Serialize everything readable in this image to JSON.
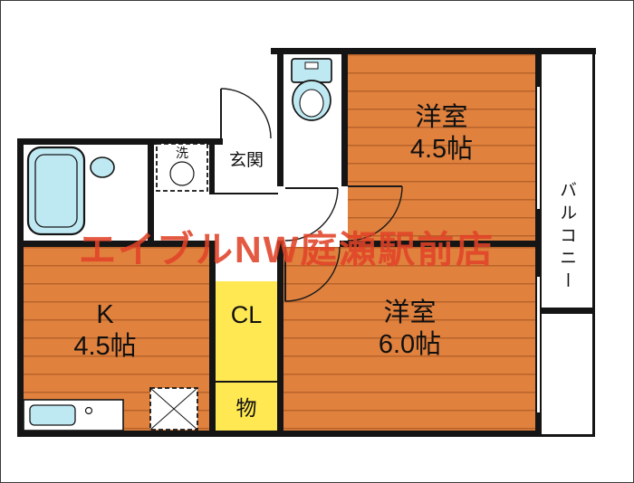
{
  "plan": {
    "watermark": "エイブルNW庭瀬駅前店",
    "rooms": {
      "western45": {
        "name": "洋室",
        "size": "4.5帖"
      },
      "western60": {
        "name": "洋室",
        "size": "6.0帖"
      },
      "kitchen": {
        "name": "K",
        "size": "4.5帖"
      }
    },
    "labels": {
      "genkan": "玄関",
      "balcony": "バルコニー",
      "closet": "CL",
      "storage": "物",
      "laundry": "洗"
    },
    "colors": {
      "floor": "#E0813E",
      "floor_stripe": "#78320A",
      "closet_yellow": "#FFE852",
      "fixture_cyan": "#BFE9F2",
      "wall": "#151515",
      "watermark_red": "#E0422A"
    }
  }
}
